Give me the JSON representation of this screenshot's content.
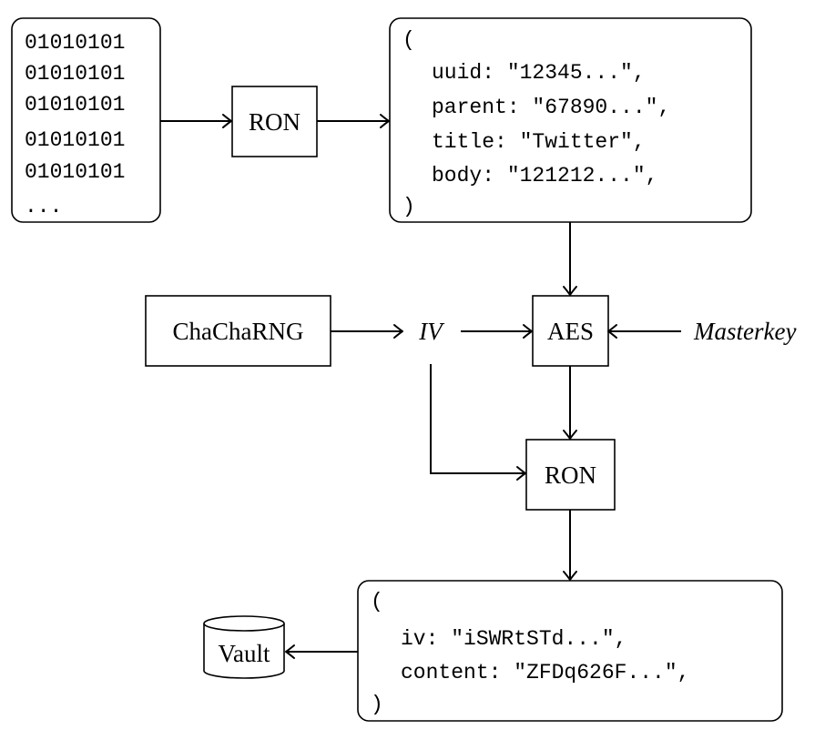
{
  "binary_box": {
    "lines": [
      "01010101",
      "01010101",
      "01010101",
      "01010101",
      "01010101",
      "..."
    ]
  },
  "ron_top": {
    "label": "RON"
  },
  "plaintext_box": {
    "open": "(",
    "fields": [
      "uuid: \"12345...\",",
      "parent: \"67890...\",",
      "title: \"Twitter\",",
      "body: \"121212...\","
    ],
    "close": ")"
  },
  "chacharng": {
    "label": "ChaChaRNG"
  },
  "iv": {
    "label": "IV"
  },
  "aes": {
    "label": "AES"
  },
  "masterkey": {
    "label": "Masterkey"
  },
  "ron_bottom": {
    "label": "RON"
  },
  "encrypted_box": {
    "open": "(",
    "fields": [
      "iv: \"iSWRtSTd...\",",
      "content: \"ZFDq626F...\","
    ],
    "close": ")"
  },
  "vault": {
    "label": "Vault"
  }
}
